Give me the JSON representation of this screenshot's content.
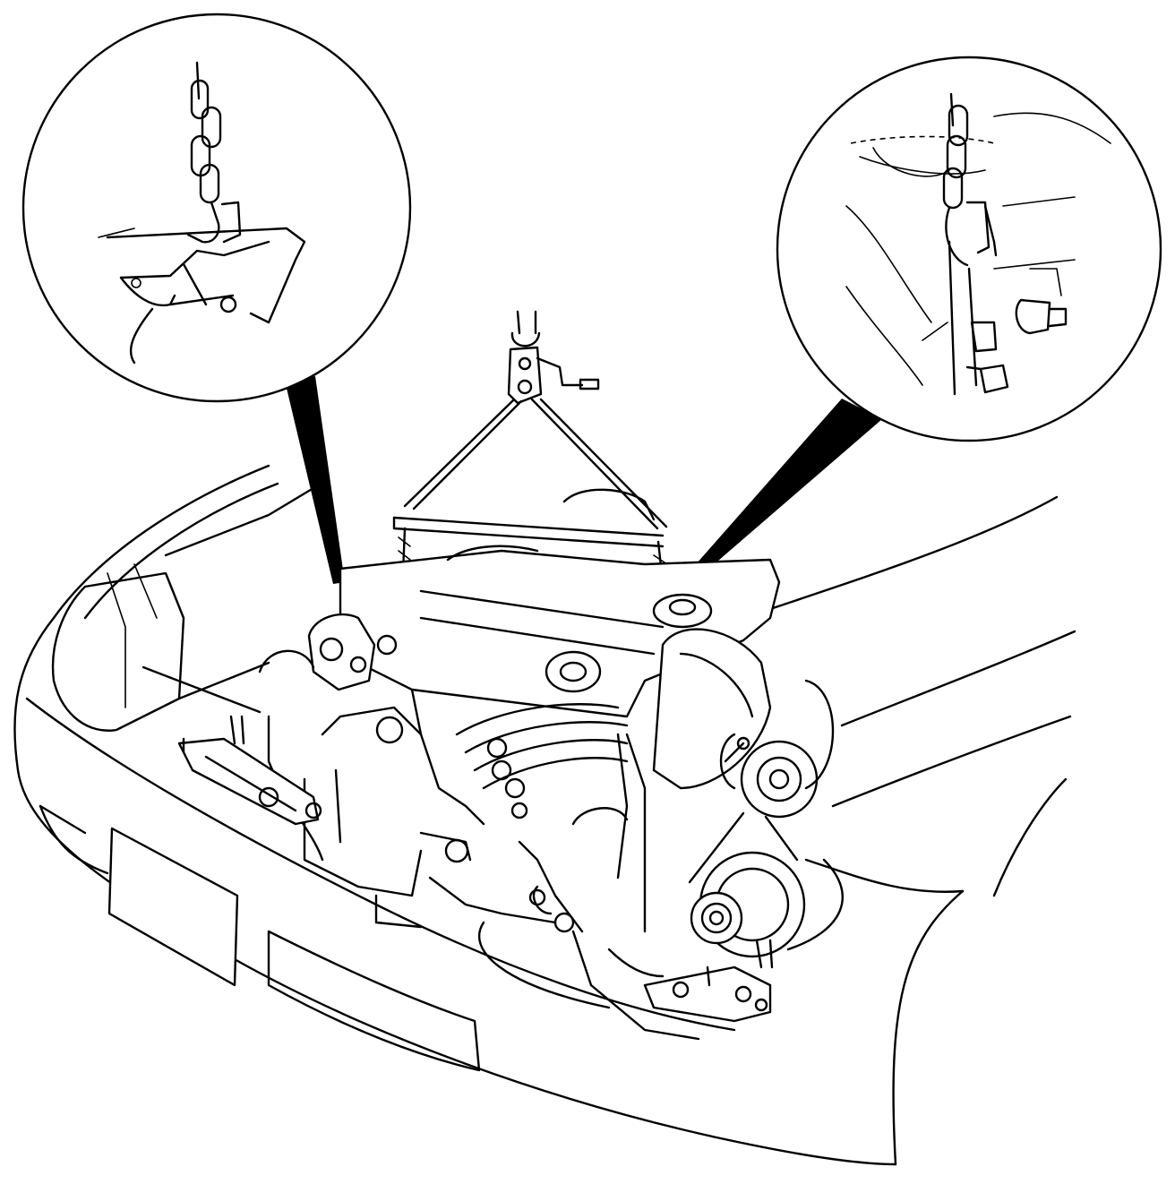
{
  "figure": {
    "style": "black line-art technical illustration",
    "callouts": [
      {
        "id": "left",
        "icon": "chain-hook-at-bracket-icon"
      },
      {
        "id": "right",
        "icon": "chain-hook-at-head-bracket-icon"
      }
    ],
    "colors": {
      "line": "#000000",
      "background": "#ffffff"
    }
  }
}
